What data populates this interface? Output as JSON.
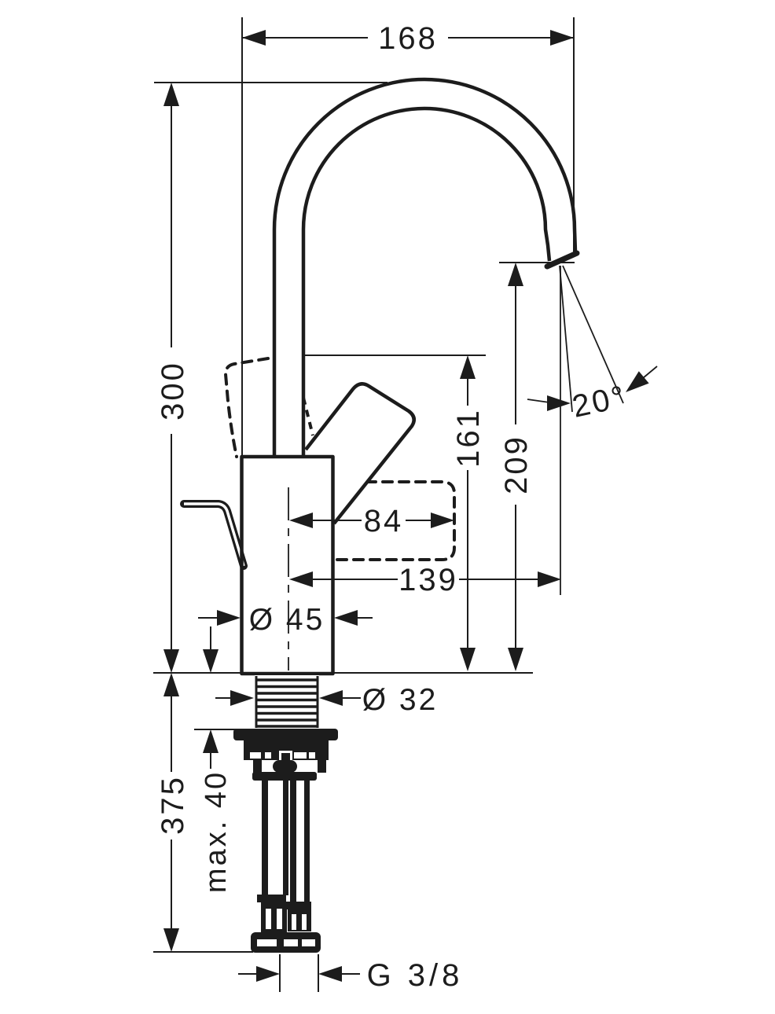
{
  "drawing": {
    "subject": "single-lever-basin-faucet-dimension-drawing",
    "colors": {
      "line": "#1c1c1c",
      "background": "#ffffff"
    },
    "labels": {
      "spout_reach": "168",
      "height_above_counter": "300",
      "handle_top_height": "161",
      "outlet_height": "209",
      "spray_angle": "20°",
      "handle_reach": "84",
      "outlet_reach": "139",
      "body_diameter": "Ø 45",
      "shank_diameter": "Ø 32",
      "below_counter_depth": "375",
      "max_counter_thickness": "max. 40",
      "connection_thread": "G 3/8"
    }
  }
}
